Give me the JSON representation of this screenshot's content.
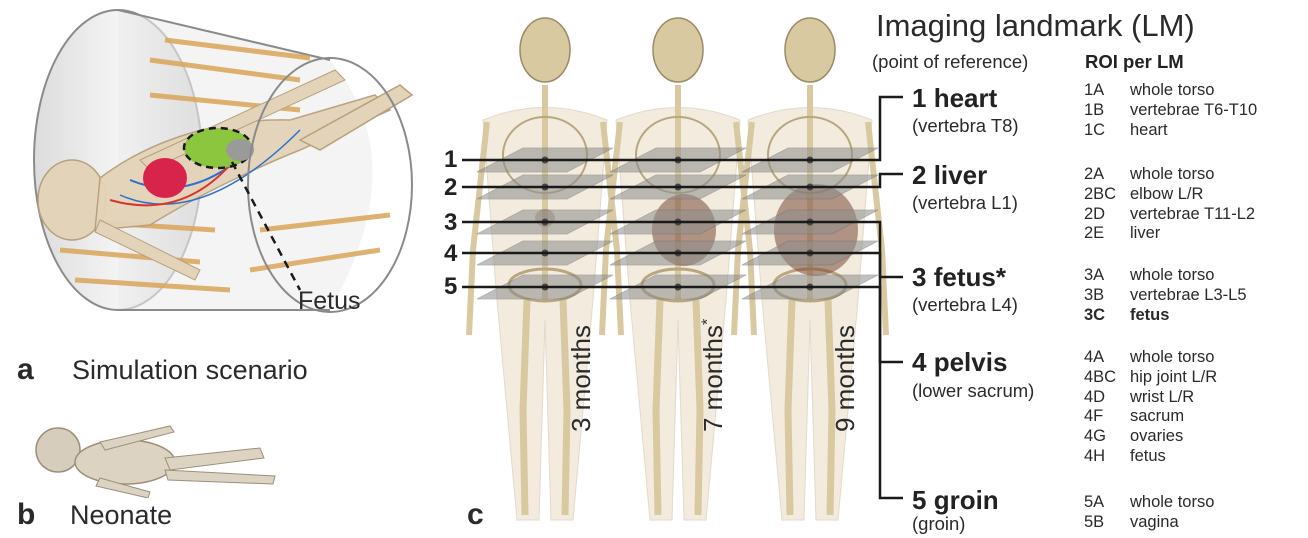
{
  "panels": {
    "a": {
      "letter": "a",
      "caption": "Simulation scenario"
    },
    "b": {
      "letter": "b",
      "caption": "Neonate"
    },
    "c": {
      "letter": "c"
    }
  },
  "scanner": {
    "callout_label": "Fetus"
  },
  "plane_numbers": [
    "1",
    "2",
    "3",
    "4",
    "5"
  ],
  "ages": [
    {
      "label": "3 months",
      "asterisk": ""
    },
    {
      "label": "7 months",
      "asterisk": "*"
    },
    {
      "label": "9 months",
      "asterisk": ""
    }
  ],
  "legend": {
    "title": "Imaging landmark (LM)",
    "subtitle": "(point of reference)",
    "roi_header": "ROI per LM"
  },
  "landmarks": [
    {
      "number": "1",
      "name": "heart",
      "reference": "(vertebra T8)",
      "rois": [
        {
          "code": "1A",
          "label": "whole torso"
        },
        {
          "code": "1B",
          "label": "vertebrae T6-T10"
        },
        {
          "code": "1C",
          "label": "heart"
        }
      ]
    },
    {
      "number": "2",
      "name": "liver",
      "reference": "(vertebra L1)",
      "rois": [
        {
          "code": "2A",
          "label": "whole torso"
        },
        {
          "code": "2BC",
          "label": "elbow L/R"
        },
        {
          "code": "2D",
          "label": "vertebrae T11-L2"
        },
        {
          "code": "2E",
          "label": "liver"
        }
      ]
    },
    {
      "number": "3",
      "name": "fetus*",
      "reference": "(vertebra L4)",
      "rois": [
        {
          "code": "3A",
          "label": "whole torso"
        },
        {
          "code": "3B",
          "label": "vertebrae L3-L5"
        },
        {
          "code": "3C",
          "label": "fetus",
          "bold": true
        }
      ]
    },
    {
      "number": "4",
      "name": "pelvis",
      "reference": "(lower sacrum)",
      "rois": [
        {
          "code": "4A",
          "label": "whole torso"
        },
        {
          "code": "4BC",
          "label": "hip joint L/R"
        },
        {
          "code": "4D",
          "label": "wrist L/R"
        },
        {
          "code": "4F",
          "label": "sacrum"
        },
        {
          "code": "4G",
          "label": "ovaries"
        },
        {
          "code": "4H",
          "label": "fetus"
        }
      ]
    },
    {
      "number": "5",
      "name": "groin",
      "reference": "(groin)",
      "rois": [
        {
          "code": "5A",
          "label": "whole torso"
        },
        {
          "code": "5B",
          "label": "vagina"
        }
      ]
    }
  ],
  "colors": {
    "line": "#1a1a1a",
    "plane": "#8e8e8e",
    "skin": "#e3d3b8",
    "bone": "#d8c9a0",
    "scanner_ring": "#d9a55a",
    "heart": "#d8234b",
    "fetus": "#8cc63f",
    "vessel_blue": "#2f6fd1",
    "vessel_red": "#d8342c"
  }
}
